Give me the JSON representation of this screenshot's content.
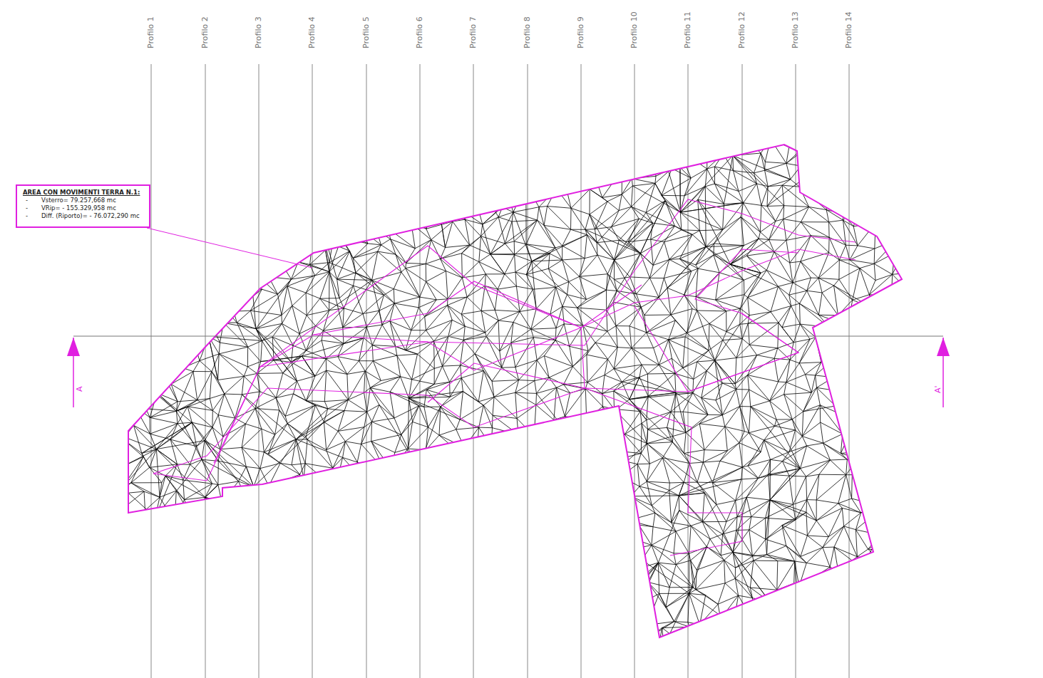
{
  "diagram": {
    "nodes": [
      {
        "text": [
          "AREA CON MOVIMENTI TERRA N.1:",
          "-",
          "Vsterro= 79.257,668 mc",
          "-",
          "VRip= - 155.329,958 mc",
          "-",
          "Diff. (Riporto)= - 76.072,290 mc"
        ]
      }
    ],
    "labels": [
      "Profilo 1",
      "Profilo 2",
      "Profilo 3",
      "Profilo 4",
      "Profilo 5",
      "Profilo 6",
      "Profilo 7",
      "Profilo 8",
      "Profilo 9",
      "Profilo 10",
      "Profilo 11",
      "Profilo 12",
      "Profilo 13",
      "Profilo 14",
      "A",
      "A'"
    ]
  }
}
